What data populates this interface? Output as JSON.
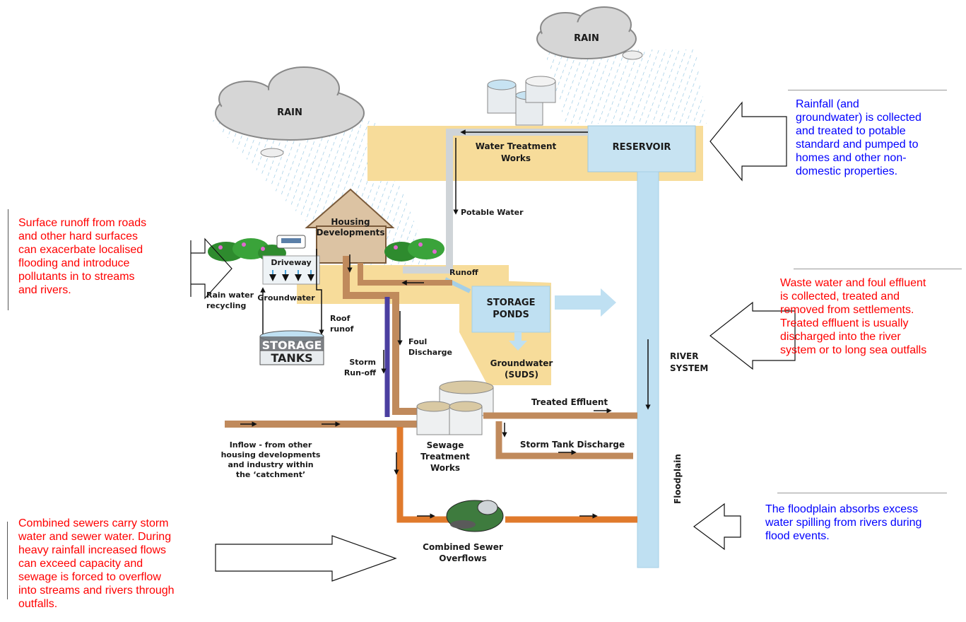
{
  "clouds": [
    "RAIN",
    "RAIN"
  ],
  "labels": {
    "water_treatment_1": "Water Treatment",
    "water_treatment_2": "Works",
    "reservoir": "RESERVOIR",
    "housing_1": "Housing",
    "housing_2": "Developments",
    "potable_water": "Potable Water",
    "driveway": "Driveway",
    "groundwater": "Groundwater",
    "rain_water_1": "Rain water",
    "rain_water_2": "recycling",
    "roof_1": "Roof",
    "roof_2": "runof",
    "storage_tanks_1": "STORAGE",
    "storage_tanks_2": "TANKS",
    "runoff": "Runoff",
    "storage_ponds_1": "STORAGE",
    "storage_ponds_2": "PONDS",
    "groundwater_suds_1": "Groundwater",
    "groundwater_suds_2": "(SUDS)",
    "foul_1": "Foul",
    "foul_2": "Discharge",
    "storm_runoff_1": "Storm",
    "storm_runoff_2": "Run-off",
    "river_1": "RIVER",
    "river_2": "SYSTEM",
    "treated_effluent": "Treated Effluent",
    "storm_tank": "Storm Tank Discharge",
    "sewage_1": "Sewage",
    "sewage_2": "Treatment",
    "sewage_3": "Works",
    "inflow_1": "Inflow - from other",
    "inflow_2": "housing developments",
    "inflow_3": "and industry within",
    "inflow_4": "the ‘catchment’",
    "cso_1": "Combined Sewer",
    "cso_2": "Overflows",
    "floodplain": "Floodplain"
  },
  "notes": {
    "surface_runoff": [
      "Surface runoff from roads",
      "and other hard surfaces",
      "can exacerbate localised",
      "flooding and introduce",
      "pollutants in to streams",
      "and rivers."
    ],
    "rainfall": [
      "Rainfall (and",
      "groundwater) is collected",
      "and treated to potable",
      "standard and pumped to",
      "homes and other non-",
      "domestic properties."
    ],
    "waste_water": [
      "Waste water and foul effluent",
      "is collected, treated and",
      "removed from settlements.",
      "Treated effluent is usually",
      "discharged into the river",
      "system or to long sea outfalls"
    ],
    "floodplain": [
      "The floodplain absorbs excess",
      "water spilling from rivers during",
      "flood events."
    ],
    "combined_sewers": [
      "Combined sewers carry storm",
      "water and sewer water.  During",
      "heavy rainfall increased flows",
      "can exceed capacity and",
      "sewage is forced to overflow",
      "into streams and rivers through",
      "outfalls."
    ]
  },
  "colors": {
    "red_text": "#ff0000",
    "blue_text": "#0000ff",
    "sand": "#f7dc9a",
    "water": "#bfe0f2",
    "pipe_brown": "#c08a5c",
    "pipe_orange": "#e07a2c",
    "pipe_purple": "#4b3fa0"
  }
}
